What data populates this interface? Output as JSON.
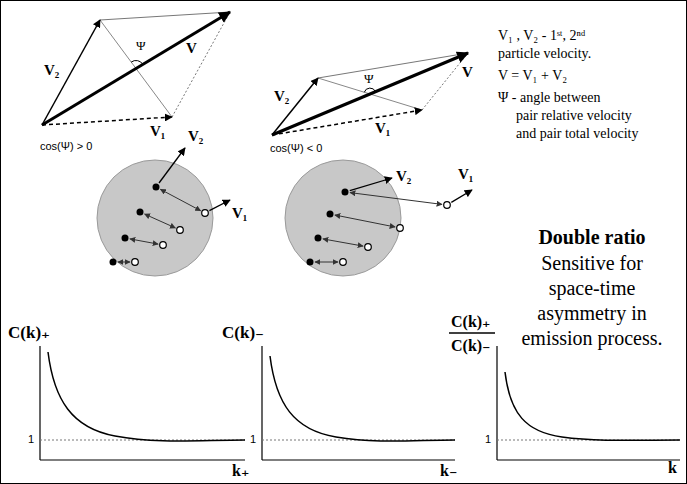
{
  "diagram": {
    "labels": [
      "V₂",
      "Ψ",
      "V",
      "V₁",
      "cos(Ψ) > 0",
      "V₂",
      "Ψ",
      "V",
      "V₁",
      "cos(Ψ) < 0",
      "V₁ , V₂ - 1ˢᵗ, 2ⁿᵈ",
      "particle velocity.",
      "V = V₁ + V₂",
      "Ψ - angle between",
      "pair relative velocity",
      "and pair total velocity",
      "V₂",
      "V₁",
      "V₂",
      "V₁",
      "Double ratio",
      "Sensitive for",
      "space-time",
      "asymmetry in",
      "emission process.",
      "C(k)₊",
      "1",
      "k₊",
      "C(k)₋",
      "1",
      "k₋",
      "C(k)₊",
      "C(k)₋",
      "1",
      "k"
    ]
  }
}
